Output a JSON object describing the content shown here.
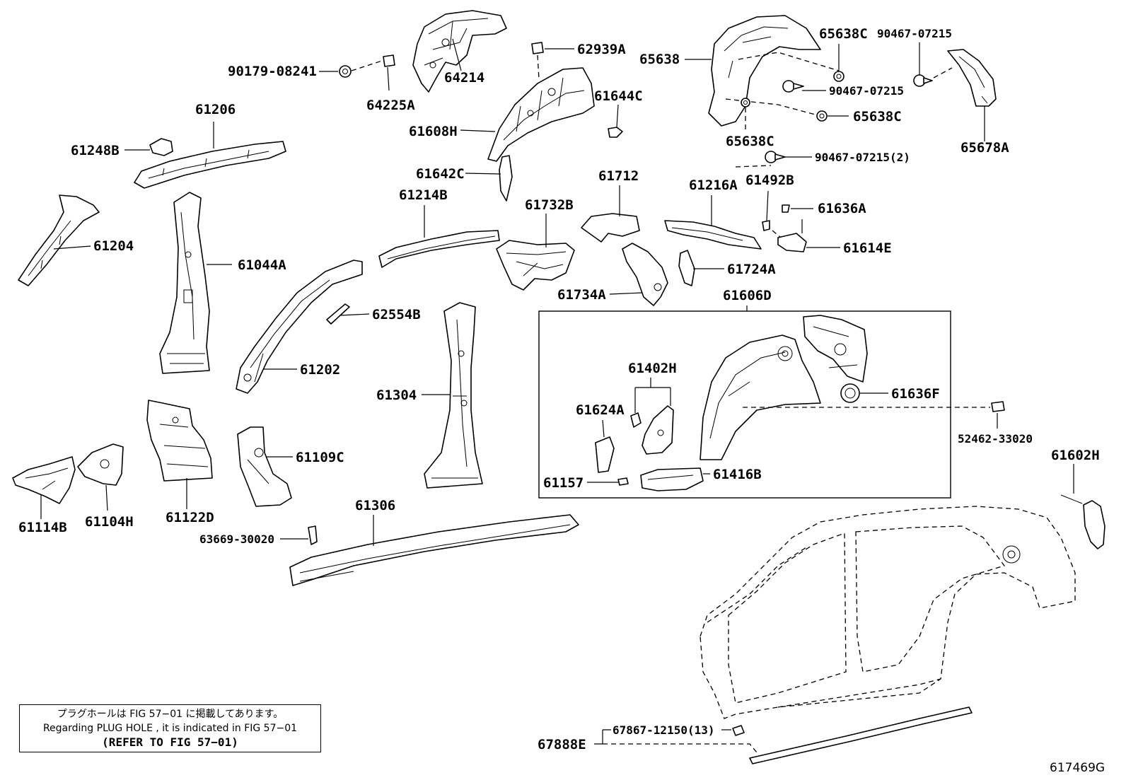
{
  "figure_id": "617469G",
  "note": {
    "line1": "プラグホールは FIG 57−01 に掲載してあります。",
    "line2": "Regarding  PLUG  HOLE , it is indicated in  FIG  57−01",
    "line3": "(REFER TO FIG 57−01)"
  },
  "parts": {
    "p90179_08241": "90179-08241",
    "p64225A": "64225A",
    "p64214": "64214",
    "p62939A": "62939A",
    "p61644C": "61644C",
    "p61608H": "61608H",
    "p61642C": "61642C",
    "p65638": "65638",
    "p65638C_a": "65638C",
    "p65638C_b": "65638C",
    "p65638C_c": "65638C",
    "p90467_07215_a": "90467-07215",
    "p90467_07215_b": "90467-07215",
    "p90467_07215_2": "90467-07215(2)",
    "p65678A": "65678A",
    "p61206": "61206",
    "p61248B": "61248B",
    "p61204": "61204",
    "p61044A": "61044A",
    "p61214B": "61214B",
    "p61732B": "61732B",
    "p61712": "61712",
    "p61216A": "61216A",
    "p61492B": "61492B",
    "p61636A": "61636A",
    "p61614E": "61614E",
    "p61724A": "61724A",
    "p61734A": "61734A",
    "p61606D": "61606D",
    "p62554B": "62554B",
    "p61202": "61202",
    "p61304": "61304",
    "p61402H": "61402H",
    "p61624A": "61624A",
    "p61636F": "61636F",
    "p52462_33020": "52462-33020",
    "p61157": "61157",
    "p61416B": "61416B",
    "p61602H": "61602H",
    "p61109C": "61109C",
    "p61114B": "61114B",
    "p61104H": "61104H",
    "p61122D": "61122D",
    "p61306": "61306",
    "p63669_30020": "63669-30020",
    "p67867_12150": "67867-12150(13)",
    "p67888E": "67888E"
  }
}
